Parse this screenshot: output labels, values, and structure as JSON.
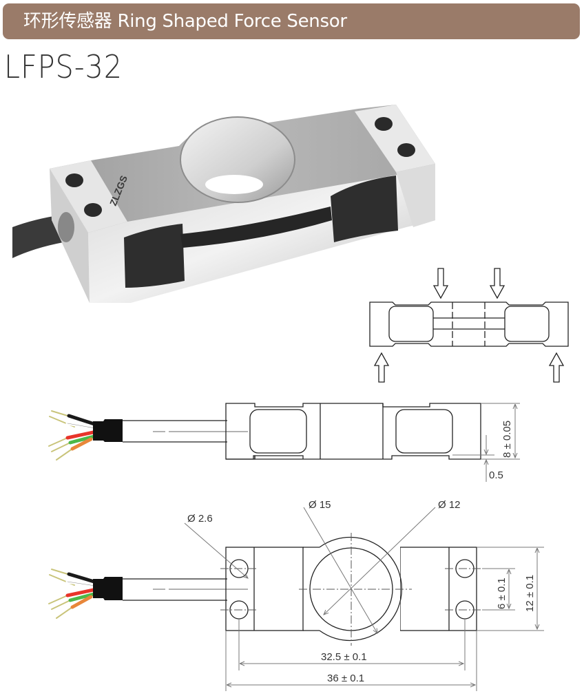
{
  "header": {
    "title": "环形传感器 Ring Shaped Force Sensor",
    "background_color": "#9a7b69",
    "text_color": "#ffffff"
  },
  "product": {
    "model": "LFPS-32",
    "photo_logo_text": "ZLZGS"
  },
  "load_diagram": {
    "description": "Force application diagram: two downward arrows on center, two upward arrows at ends"
  },
  "side_view": {
    "dimensions": {
      "height": "8 ± 0.05",
      "gap": "0.5"
    },
    "wire_colors": [
      "#1a1a1a",
      "#ffffff",
      "#e8342a",
      "#4cb848",
      "#e8873a"
    ]
  },
  "top_view": {
    "dimensions": {
      "mount_hole_diameter": "Ø 2.6",
      "ring_outer_diameter": "Ø 15",
      "ring_inner_diameter": "Ø 12",
      "hole_spacing_vertical": "6 ± 0.1",
      "width": "12 ± 0.1",
      "hole_spacing_horizontal": "32.5 ± 0.1",
      "length": "36 ± 0.1"
    }
  }
}
